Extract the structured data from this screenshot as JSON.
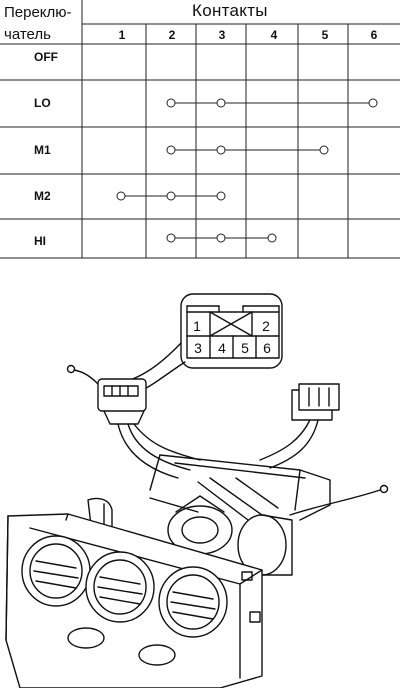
{
  "table": {
    "switch_header_line1": "Переклю-",
    "switch_header_line2": "чатель",
    "contacts_header": "Контакты",
    "columns": [
      "1",
      "2",
      "3",
      "4",
      "5",
      "6"
    ],
    "rows": [
      {
        "label": "OFF",
        "contacts": []
      },
      {
        "label": "LO",
        "contacts": [
          2,
          3,
          6
        ]
      },
      {
        "label": "M1",
        "contacts": [
          2,
          3,
          5
        ]
      },
      {
        "label": "M2",
        "contacts": [
          1,
          2,
          3
        ]
      },
      {
        "label": "HI",
        "contacts": [
          2,
          3,
          4
        ]
      }
    ]
  },
  "connector_pins": {
    "top": [
      "1",
      "",
      "2"
    ],
    "bottom": [
      "3",
      "4",
      "5",
      "6"
    ]
  }
}
